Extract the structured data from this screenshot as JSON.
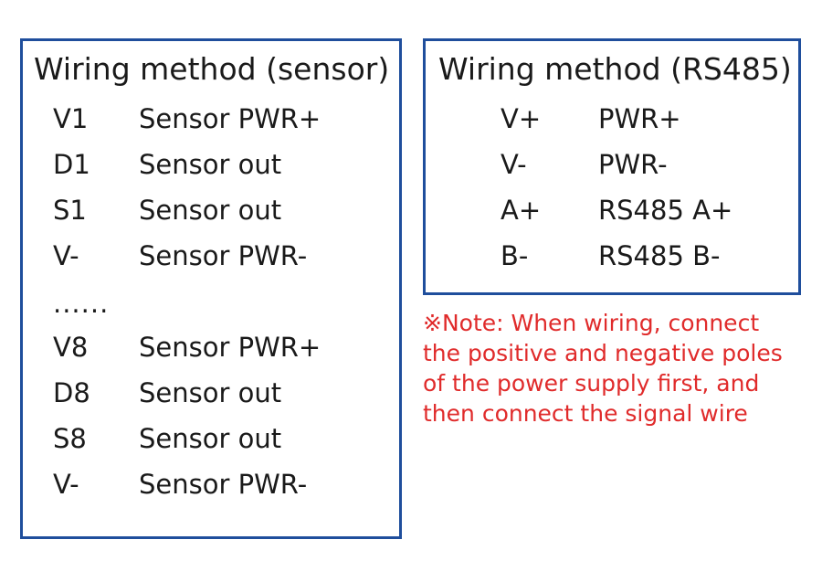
{
  "page": {
    "background_color": "#ffffff",
    "box_border_color": "#1F4E9C",
    "text_color": "#1a1a1a",
    "note_color": "#E02B2B"
  },
  "sensor_box": {
    "title": "Wiring method (sensor)",
    "rows": [
      {
        "pin": "V1",
        "function": "Sensor PWR+"
      },
      {
        "pin": "D1",
        "function": "Sensor out"
      },
      {
        "pin": "S1",
        "function": "Sensor out"
      },
      {
        "pin": "V-",
        "function": "Sensor PWR-"
      }
    ],
    "ellipsis": "......",
    "rows2": [
      {
        "pin": "V8",
        "function": "Sensor PWR+"
      },
      {
        "pin": "D8",
        "function": "Sensor out"
      },
      {
        "pin": "S8",
        "function": "Sensor out"
      },
      {
        "pin": "V-",
        "function": "Sensor PWR-"
      }
    ]
  },
  "rs485_box": {
    "title": "Wiring method (RS485)",
    "rows": [
      {
        "pin": "V+",
        "function": "PWR+"
      },
      {
        "pin": "V-",
        "function": "PWR-"
      },
      {
        "pin": "A+",
        "function": "RS485 A+"
      },
      {
        "pin": "B-",
        "function": "RS485 B-"
      }
    ]
  },
  "note": {
    "lines": [
      "※Note: When wiring, connect",
      "the positive and negative poles",
      "of the power supply first, and",
      "then connect the signal wire"
    ]
  }
}
